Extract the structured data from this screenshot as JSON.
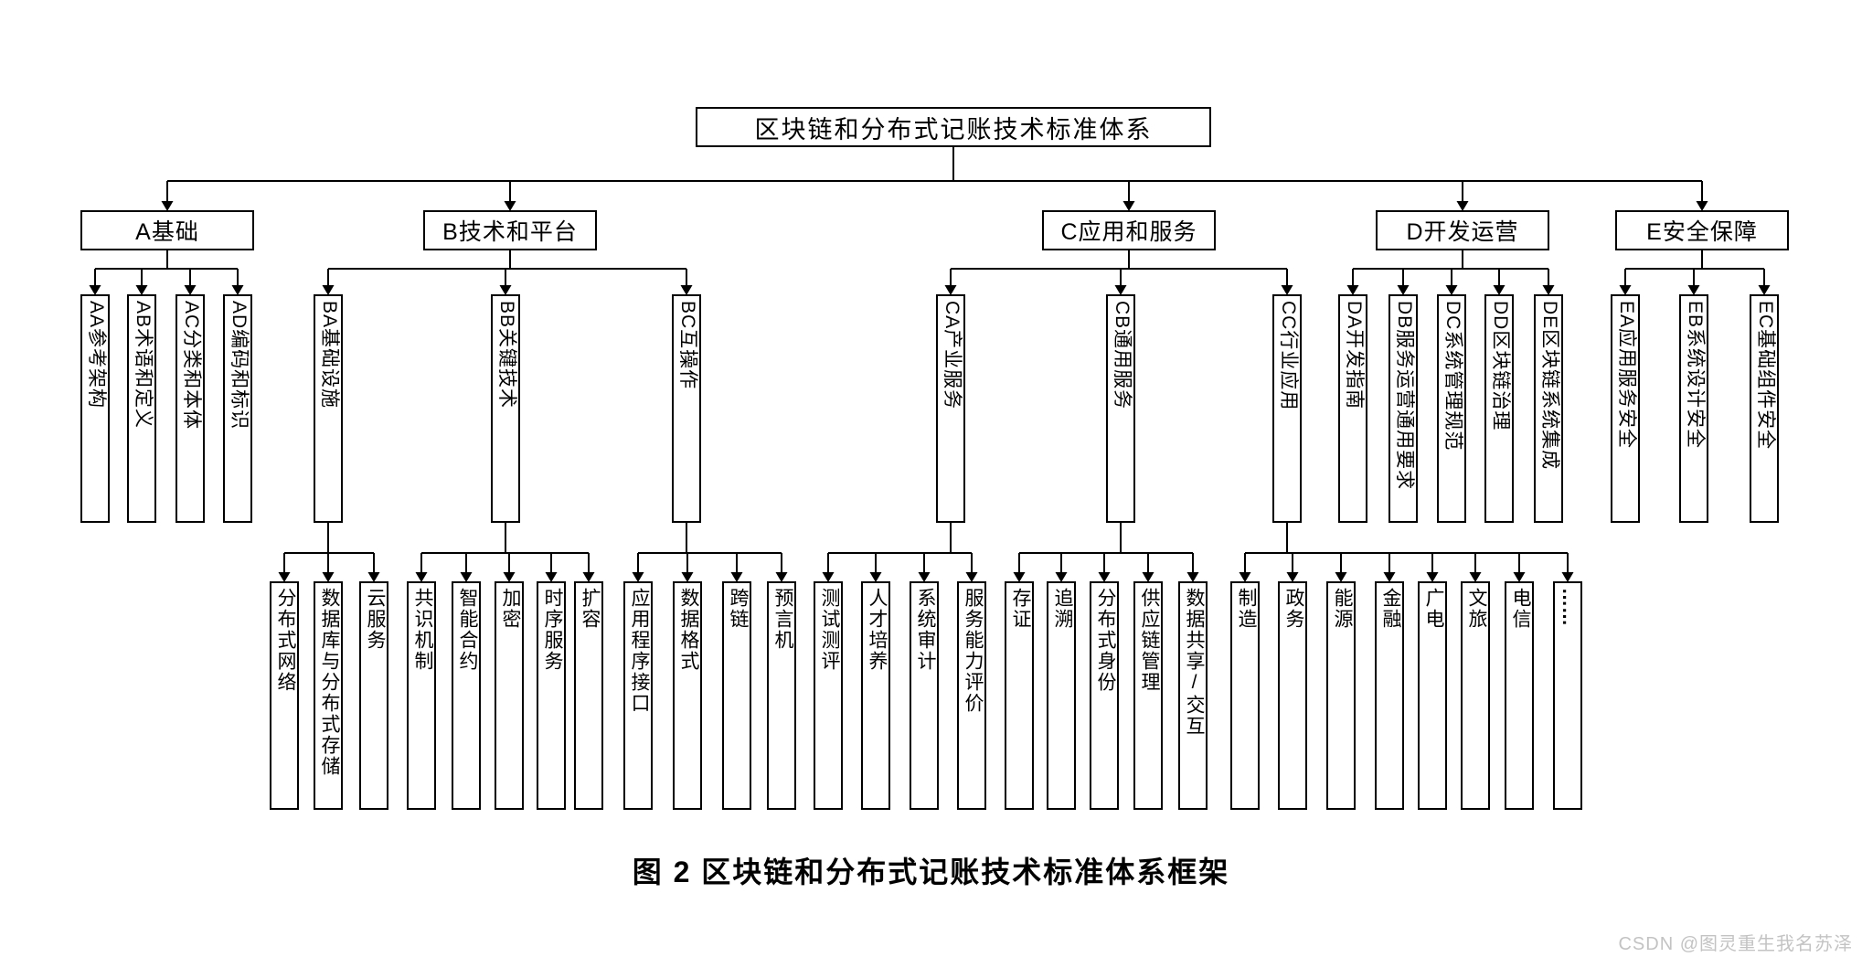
{
  "title_box": "区块链和分布式记账技术标准体系",
  "caption": "图 2 区块链和分布式记账技术标准体系框架",
  "watermark": "CSDN @图灵重生我名苏泽",
  "colors": {
    "line": "#000000",
    "box_border": "#000000",
    "box_background": "#ffffff",
    "watermark_text": "#c3c3c3"
  },
  "tree": [
    {
      "id": "A",
      "label": "A基础",
      "children": [
        {
          "id": "AA",
          "label": "AA参考架构"
        },
        {
          "id": "AB",
          "label": "AB术语和定义"
        },
        {
          "id": "AC",
          "label": "AC分类和本体"
        },
        {
          "id": "AD",
          "label": "AD编码和标识"
        }
      ]
    },
    {
      "id": "B",
      "label": "B技术和平台",
      "children": [
        {
          "id": "BA",
          "label": "BA基础设施",
          "children": [
            {
              "label": "分布式网络"
            },
            {
              "label": "数据库与分布式存储"
            },
            {
              "label": "云服务"
            }
          ]
        },
        {
          "id": "BB",
          "label": "BB关键技术",
          "children": [
            {
              "label": "共识机制"
            },
            {
              "label": "智能合约"
            },
            {
              "label": "加密"
            },
            {
              "label": "时序服务"
            },
            {
              "label": "扩容"
            }
          ]
        },
        {
          "id": "BC",
          "label": "BC互操作",
          "children": [
            {
              "label": "应用程序接口"
            },
            {
              "label": "数据格式"
            },
            {
              "label": "跨链"
            },
            {
              "label": "预言机"
            }
          ]
        }
      ]
    },
    {
      "id": "C",
      "label": "C应用和服务",
      "children": [
        {
          "id": "CA",
          "label": "CA产业服务",
          "children": [
            {
              "label": "测试测评"
            },
            {
              "label": "人才培养"
            },
            {
              "label": "系统审计"
            },
            {
              "label": "服务能力评价"
            }
          ]
        },
        {
          "id": "CB",
          "label": "CB通用服务",
          "children": [
            {
              "label": "存证"
            },
            {
              "label": "追溯"
            },
            {
              "label": "分布式身份"
            },
            {
              "label": "供应链管理"
            },
            {
              "label": "数据共享/交互"
            }
          ]
        },
        {
          "id": "CC",
          "label": "CC行业应用",
          "children": [
            {
              "label": "制造"
            },
            {
              "label": "政务"
            },
            {
              "label": "能源"
            },
            {
              "label": "金融"
            },
            {
              "label": "广电"
            },
            {
              "label": "文旅"
            },
            {
              "label": "电信"
            },
            {
              "label": "……"
            }
          ]
        }
      ]
    },
    {
      "id": "D",
      "label": "D开发运营",
      "children": [
        {
          "id": "DA",
          "label": "DA开发指南"
        },
        {
          "id": "DB",
          "label": "DB服务运营通用要求"
        },
        {
          "id": "DC",
          "label": "DC系统管理规范"
        },
        {
          "id": "DD",
          "label": "DD区块链治理"
        },
        {
          "id": "DE",
          "label": "DE区块链系统集成"
        }
      ]
    },
    {
      "id": "E",
      "label": "E安全保障",
      "children": [
        {
          "id": "EA",
          "label": "EA应用服务安全"
        },
        {
          "id": "EB",
          "label": "EB系统设计安全"
        },
        {
          "id": "EC",
          "label": "EC基础组件安全"
        }
      ]
    }
  ]
}
